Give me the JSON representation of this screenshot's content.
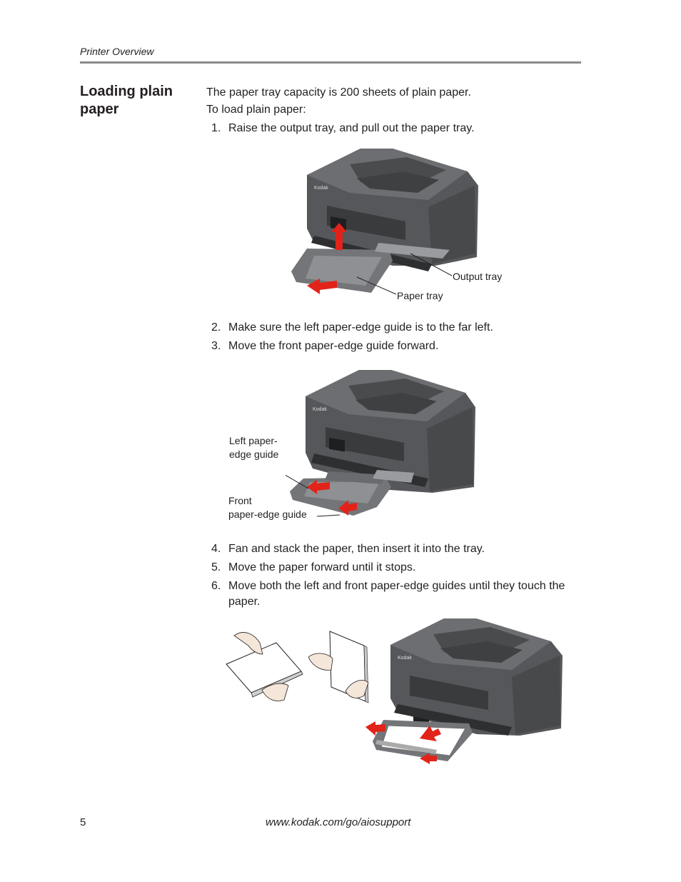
{
  "header": {
    "running_title": "Printer Overview"
  },
  "section": {
    "title": "Loading plain paper"
  },
  "intro": {
    "capacity": "The paper tray capacity is 200 sheets of plain paper.",
    "lead": "To load plain paper:"
  },
  "steps": [
    {
      "num": "1.",
      "text": "Raise the output tray, and pull out the paper tray."
    },
    {
      "num": "2.",
      "text": "Make sure the left paper-edge guide is to the far left."
    },
    {
      "num": "3.",
      "text": "Move the front paper-edge guide forward."
    },
    {
      "num": "4.",
      "text": "Fan and stack the paper, then insert it into the tray."
    },
    {
      "num": "5.",
      "text": "Move the paper forward until it stops."
    },
    {
      "num": "6.",
      "text": "Move both the left and front paper-edge guides until they touch the paper."
    }
  ],
  "figure1": {
    "output_tray": "Output tray",
    "paper_tray": "Paper tray",
    "brand": "Kodak"
  },
  "figure2": {
    "left_guide_l1": "Left paper-",
    "left_guide_l2": "edge guide",
    "front_guide_l1": "Front",
    "front_guide_l2": "paper-edge guide",
    "brand": "Kodak"
  },
  "figure3": {
    "brand": "Kodak"
  },
  "footer": {
    "page_number": "5",
    "url": "www.kodak.com/go/aiosupport"
  },
  "colors": {
    "arrow_red": "#e2231a",
    "printer_body": "#5a5a5c",
    "rule_gray": "#8a8a8a"
  }
}
